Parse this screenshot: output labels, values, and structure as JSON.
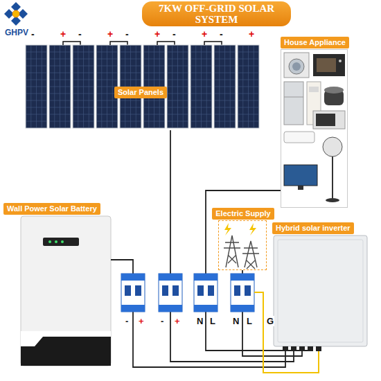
{
  "diagram": {
    "title": "7KW OFF-GRID SOLAR SYSTEM",
    "nodes": [
      {
        "text": [
          "Solar Panels"
        ]
      },
      {
        "text": [
          "House Appliance"
        ]
      },
      {
        "text": [
          "Wall Power Solar Battery"
        ]
      },
      {
        "text": [
          "Electric Supply"
        ]
      },
      {
        "text": [
          "Hybrid solar inverter"
        ]
      }
    ],
    "edges": [
      {
        "from": 2,
        "to": 4,
        "arrow": "none"
      },
      {
        "from": 0,
        "to": 4,
        "arrow": "none"
      },
      {
        "from": 1,
        "to": 4,
        "arrow": "none"
      },
      {
        "from": 3,
        "to": 4,
        "arrow": "none"
      }
    ],
    "labels": [
      "GHPV",
      "-",
      "+",
      "-",
      "+",
      "-",
      "+",
      "-",
      "+",
      "-",
      "+",
      "-",
      "+",
      "-",
      "+",
      "N",
      "L",
      "N",
      "L",
      "G"
    ]
  }
}
